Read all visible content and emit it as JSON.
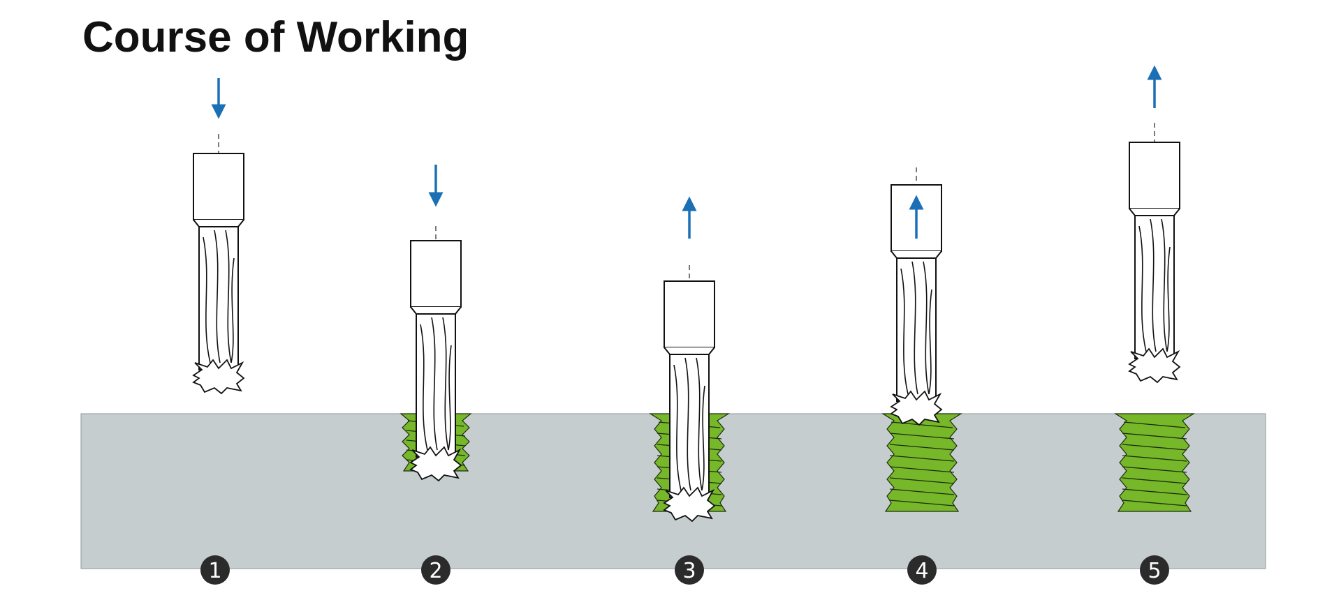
{
  "title": "Course of Working",
  "colors": {
    "workpiece": "#c5cdcf",
    "thread": "#76b82a",
    "arrow": "#1a6fb5",
    "badge": "#2b2b2b"
  },
  "steps": [
    {
      "number": "1",
      "tool_motion": "down",
      "thread": "none"
    },
    {
      "number": "2",
      "tool_motion": "down",
      "thread": "partial"
    },
    {
      "number": "3",
      "tool_motion": "up",
      "thread": "full-depth"
    },
    {
      "number": "4",
      "tool_motion": "up",
      "thread": "complete"
    },
    {
      "number": "5",
      "tool_motion": "up",
      "thread": "finished"
    }
  ]
}
